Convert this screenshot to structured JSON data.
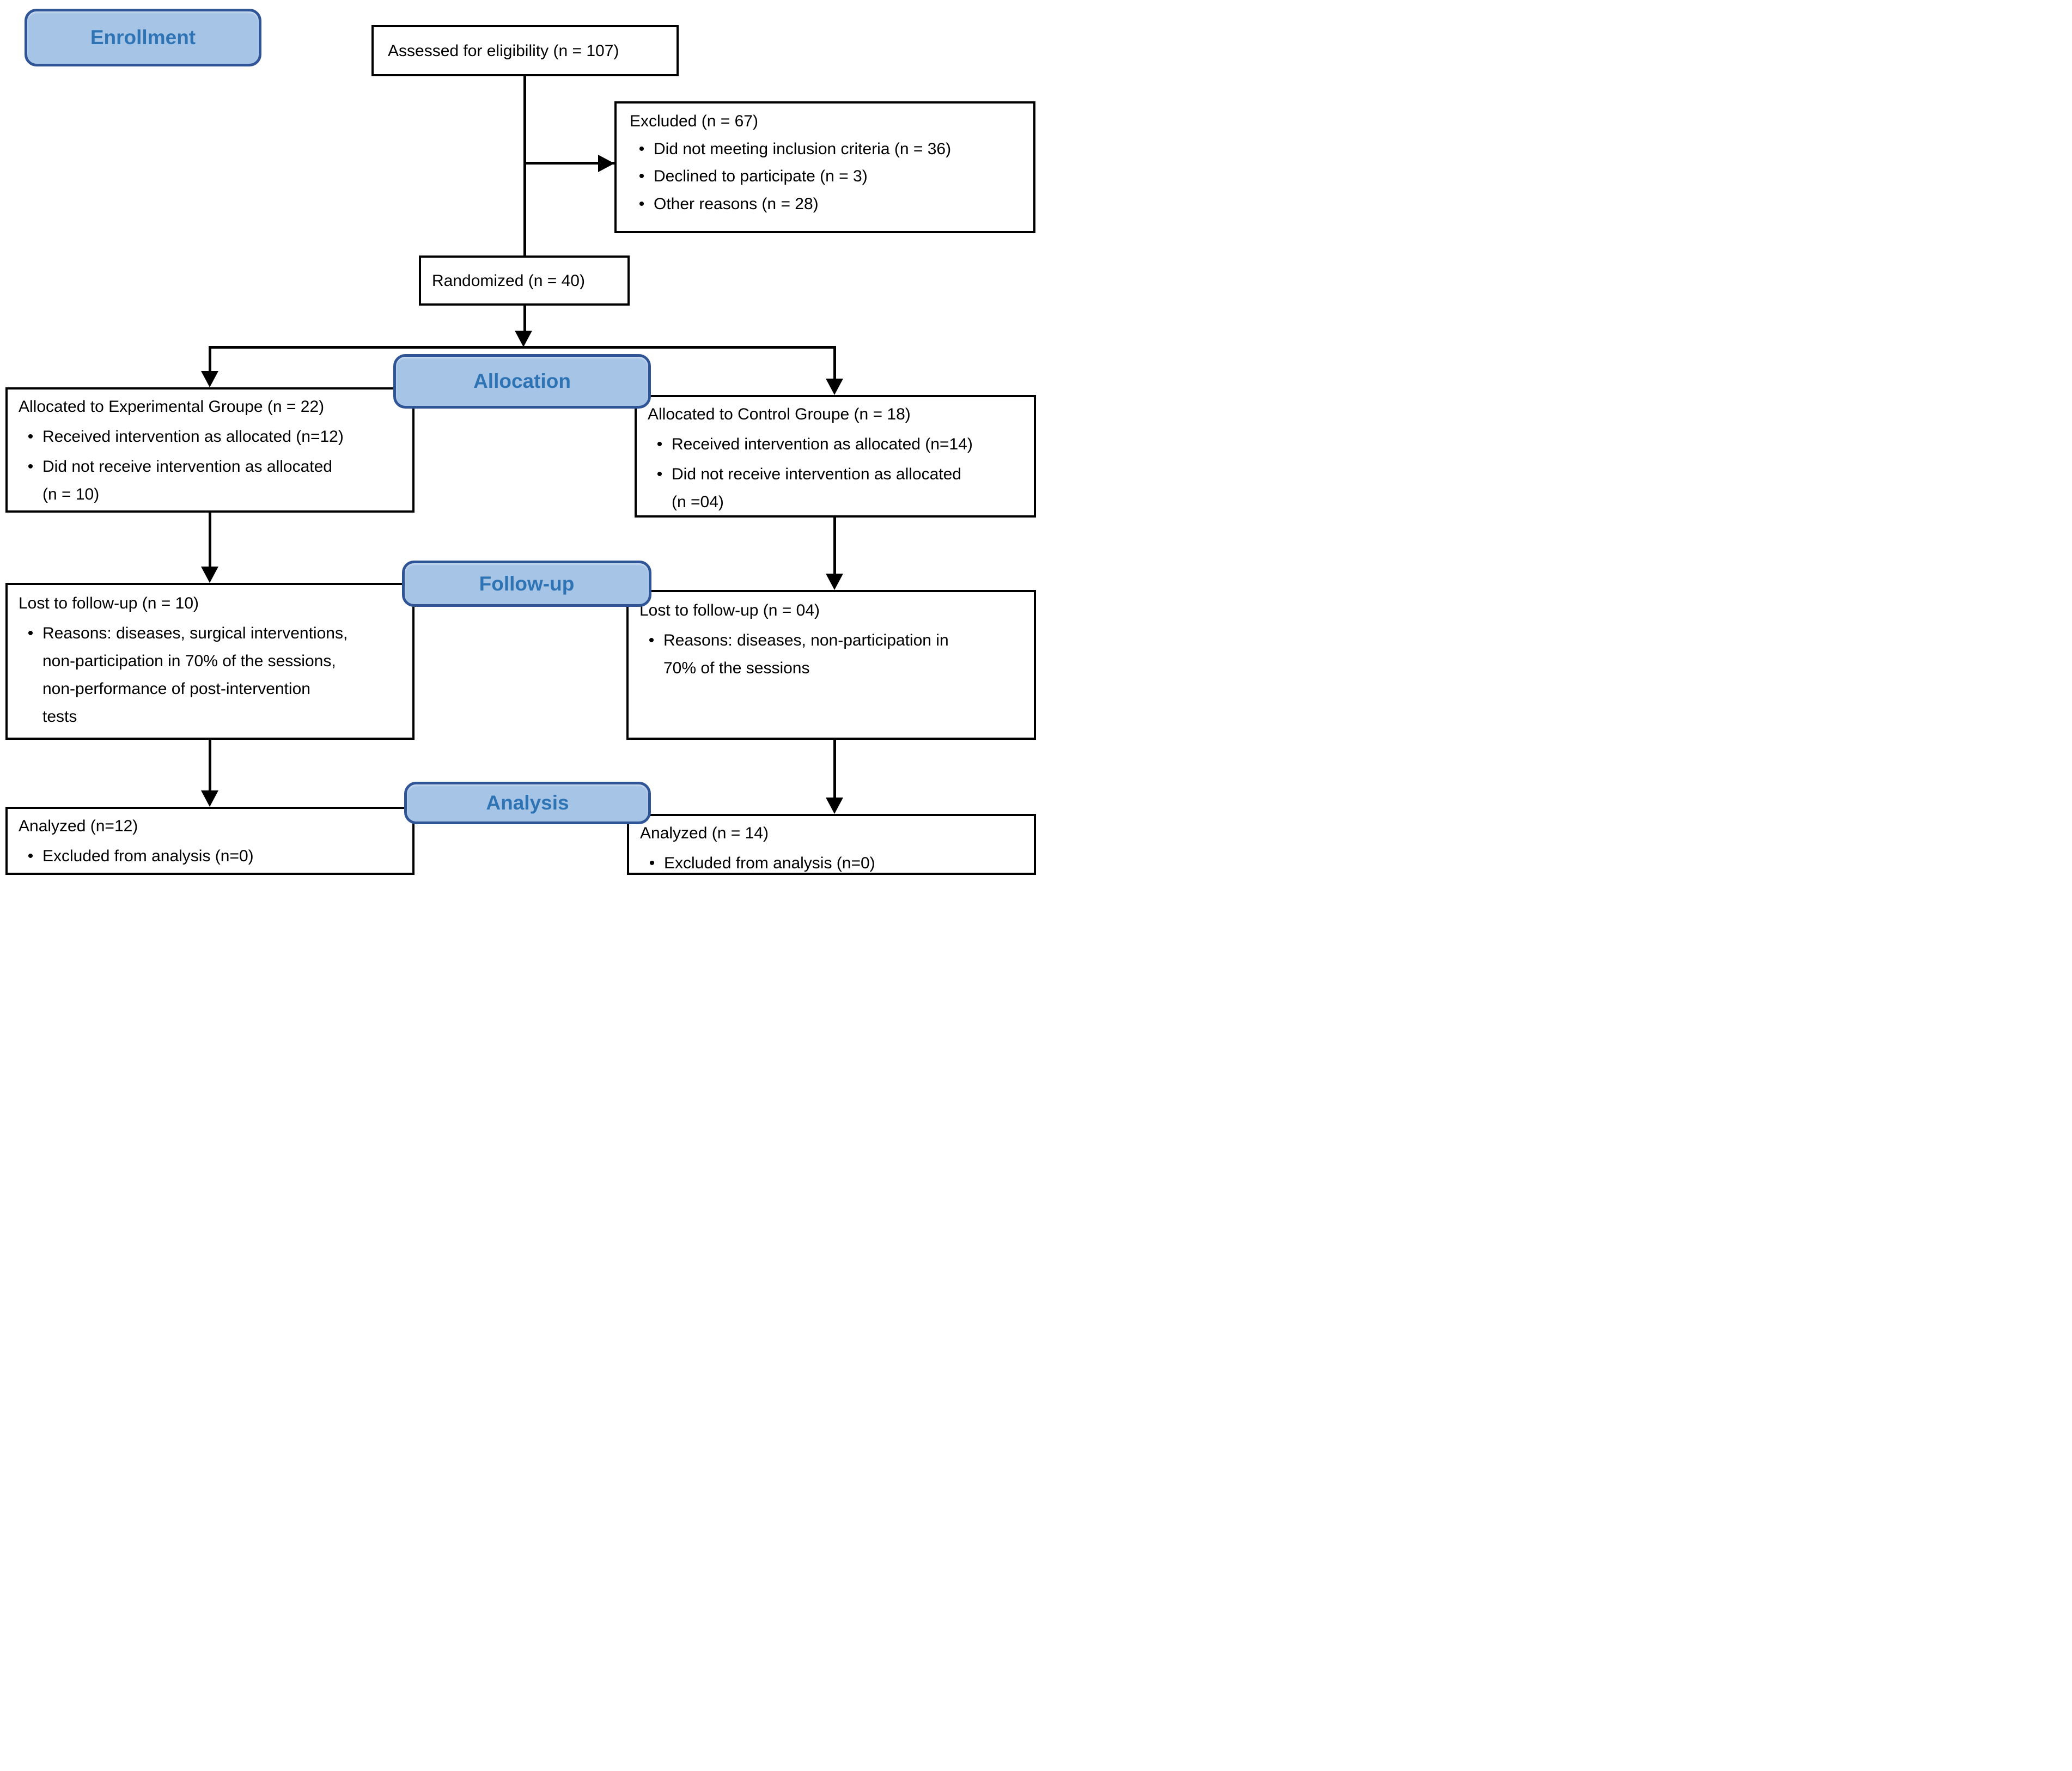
{
  "diagram": {
    "bullet_glyph": "•",
    "colors": {
      "pill_fill": "#a6c4e6",
      "pill_border": "#2f5597",
      "pill_text": "#2e74b5",
      "box_border": "#000000",
      "box_fill": "#ffffff",
      "line": "#000000"
    },
    "stages": {
      "enrollment": "Enrollment",
      "allocation": "Allocation",
      "followup": "Follow-up",
      "analysis": "Analysis"
    },
    "boxes": {
      "assessed": {
        "title": "Assessed for eligibility (n = 107)"
      },
      "excluded": {
        "title": "Excluded (n = 67)",
        "bullets": [
          "Did not meeting inclusion criteria (n = 36)",
          "Declined to participate (n = 3)",
          "Other reasons (n = 28)"
        ]
      },
      "randomized": {
        "title": "Randomized (n = 40)"
      },
      "alloc_exp": {
        "title": "Allocated to Experimental Groupe (n = 22)",
        "bullets": [
          "Received intervention as allocated (n=12)",
          "Did not receive intervention as allocated\n(n = 10)"
        ]
      },
      "alloc_ctrl": {
        "title": "Allocated to Control Groupe (n = 18)",
        "bullets": [
          "Received intervention as allocated (n=14)",
          "Did not receive intervention as allocated\n(n =04)"
        ]
      },
      "fu_exp": {
        "title": "Lost to follow-up (n = 10)",
        "bullets": [
          "Reasons: diseases, surgical interventions,\nnon-participation in 70% of the sessions,\nnon-performance of post-intervention\ntests"
        ]
      },
      "fu_ctrl": {
        "title": "Lost to follow-up (n = 04)",
        "bullets": [
          "Reasons: diseases, non-participation in\n70% of the sessions"
        ]
      },
      "an_exp": {
        "title": "Analyzed (n=12)",
        "bullets": [
          "Excluded from analysis (n=0)"
        ]
      },
      "an_ctrl": {
        "title": "Analyzed (n = 14)",
        "bullets": [
          "Excluded from analysis (n=0)"
        ]
      }
    }
  }
}
